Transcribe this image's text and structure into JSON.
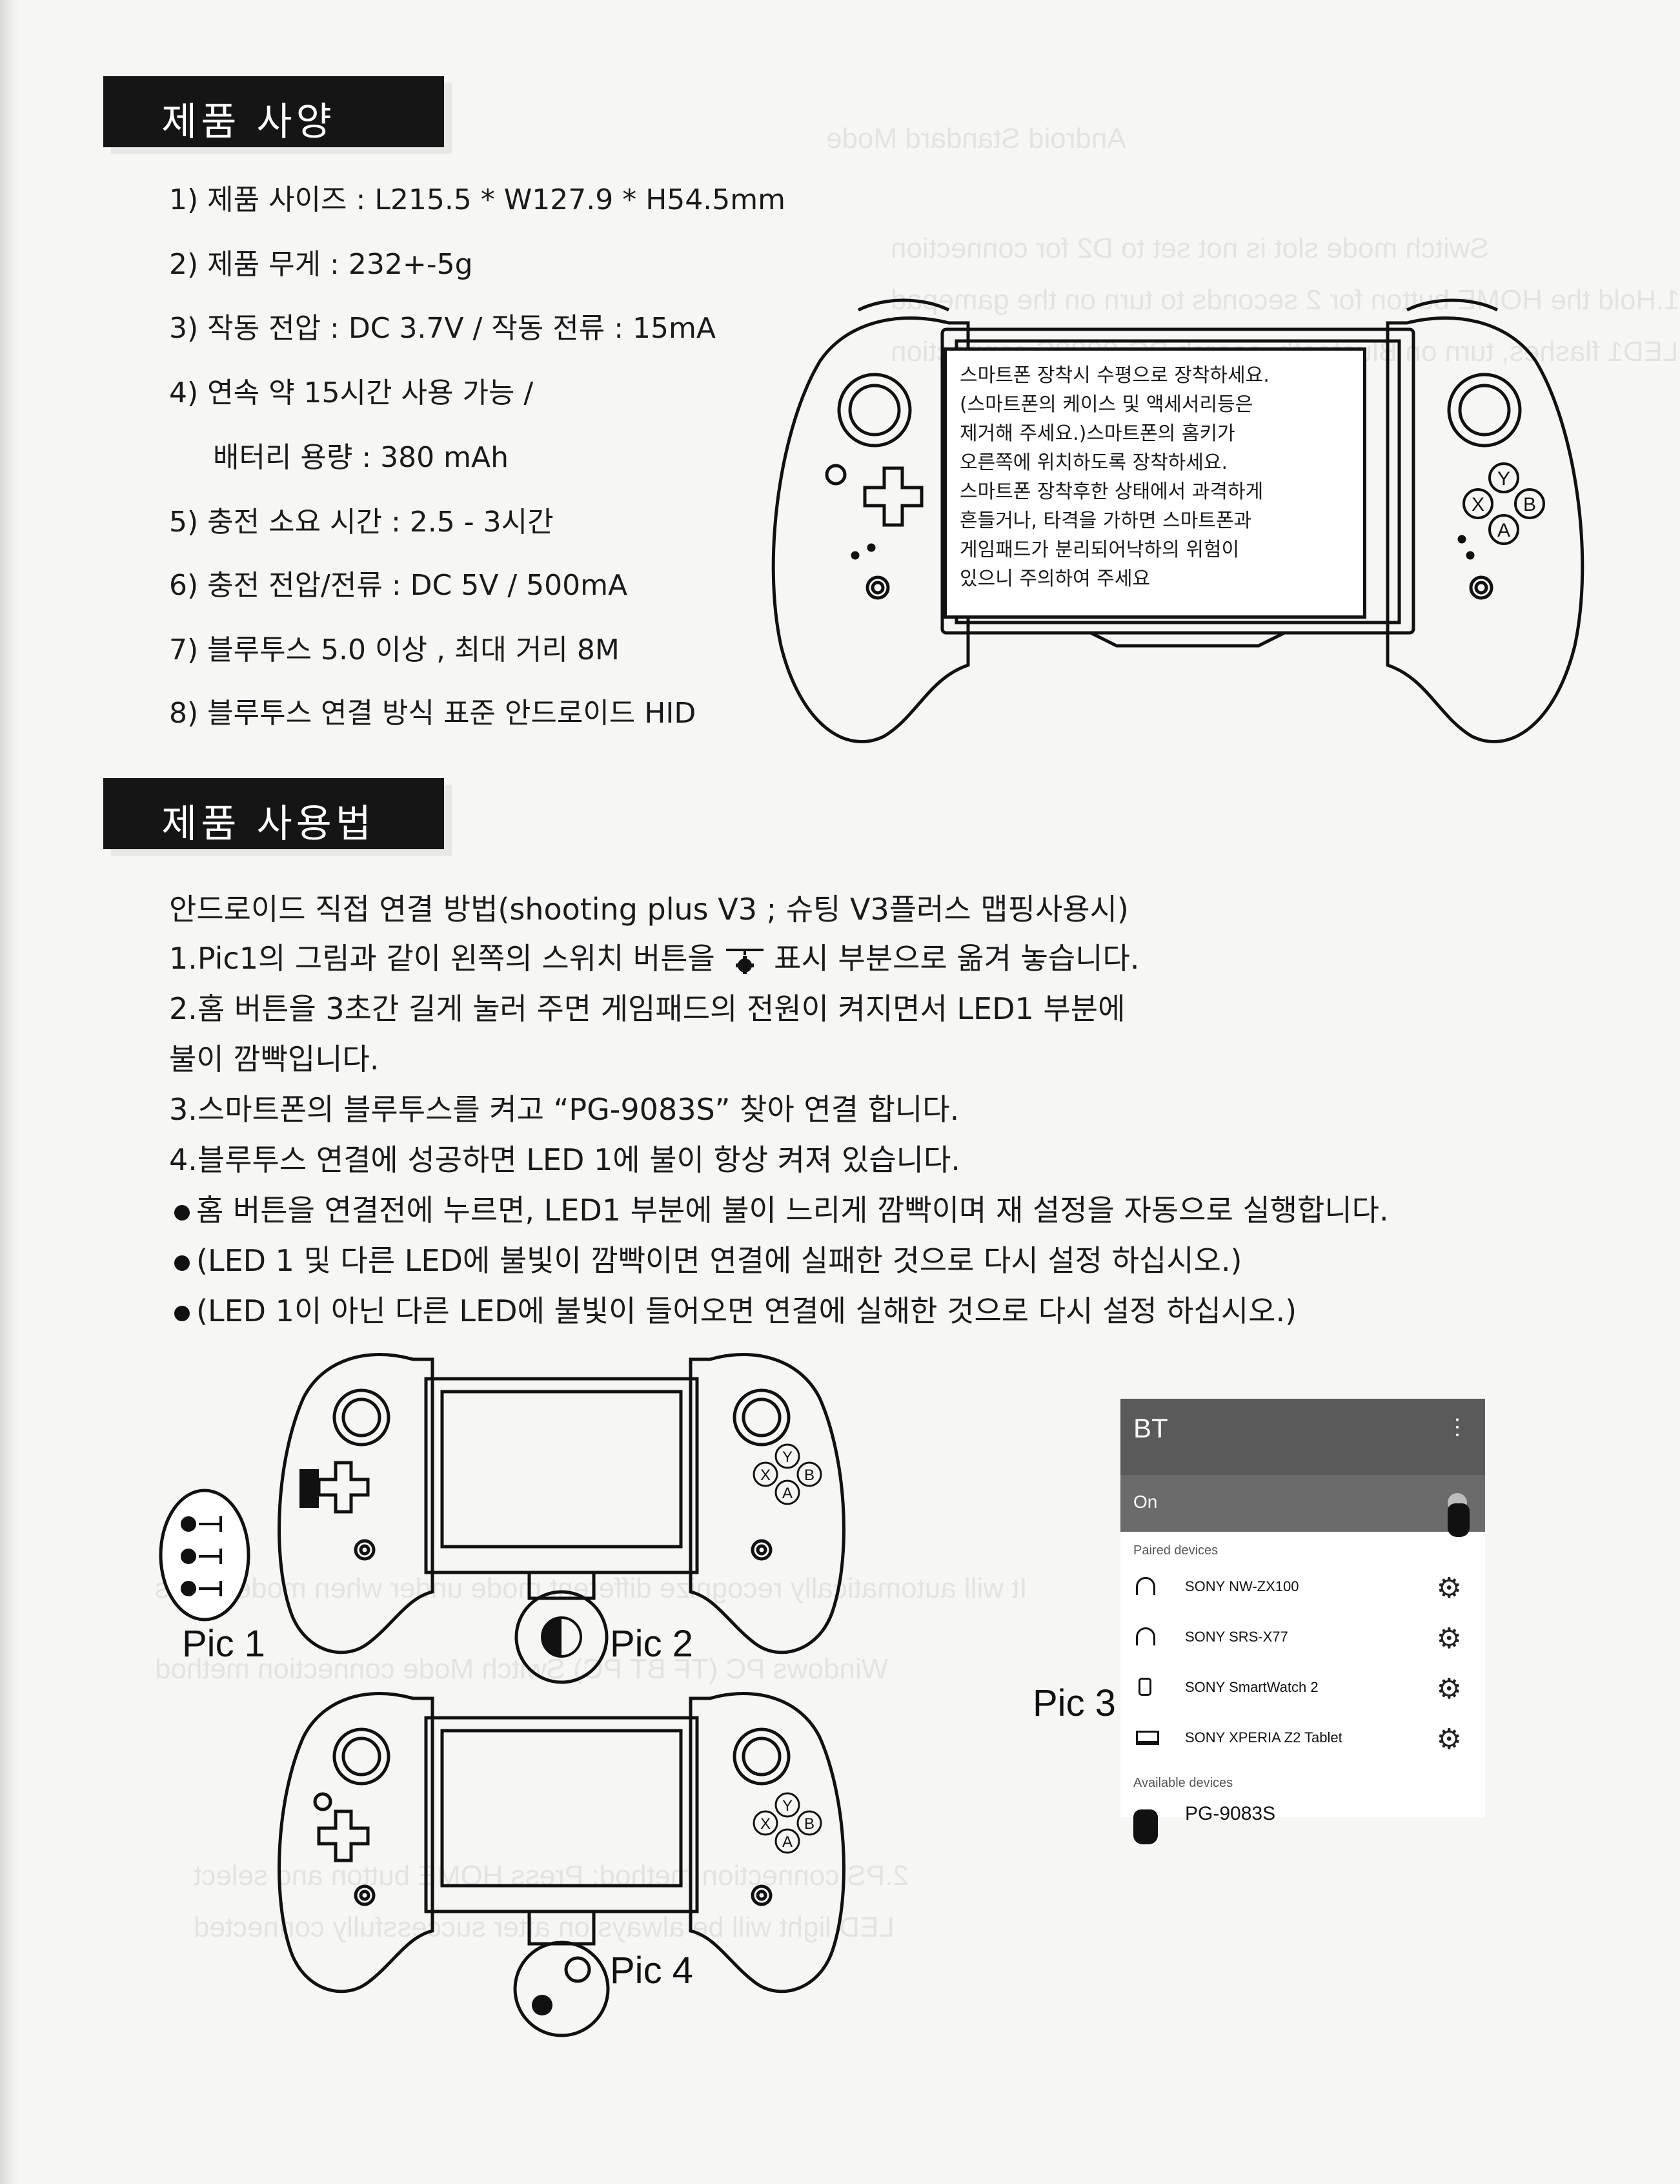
{
  "sections": {
    "spec_title": "제품 사양",
    "usage_title": "제품 사용법"
  },
  "specs": [
    "1) 제품 사이즈 : L215.5 * W127.9 * H54.5mm",
    "2) 제품 무게 : 232+-5g",
    "3) 작동 전압 : DC 3.7V  / 작동 전류 : 15mA",
    "4) 연속 약 15시간 사용 가능 /",
    "배터리 용량 : 380 mAh",
    "5) 충전 소요 시간 : 2.5 - 3시간",
    "6) 충전 전압/전류 : DC 5V / 500mA",
    "7) 블루투스 5.0 이상 , 최대 거리 8M",
    "8) 블루투스 연결 방식 표준 안드로이드 HID"
  ],
  "callout": "스마트폰 장착시 수평으로 장착하세요.\n(스마트폰의 케이스 및 액세서리등은\n제거해 주세요.)스마트폰의 홈키가\n오른쪽에 위치하도록 장착하세요.\n스마트폰 장착후한 상태에서 과격하게\n흔들거나, 타격을 가하면 스마트폰과\n게임패드가 분리되어낙하의 위험이\n있으니 주의하여 주세요",
  "usage": {
    "intro": "안드로이드 직접 연결 방법(shooting plus V3 ; 슈팅 V3플러스 맵핑사용시)",
    "step1_a": "1.Pic1의 그림과 같이 왼쪽의 스위치 버튼을",
    "step1_b": "표시 부분으로 옮겨 놓습니다.",
    "step2_a": "2.홈 버튼을 3초간 길게 눌러 주면 게임패드의 전원이 켜지면서 LED1 부분에",
    "step2_b": "불이 깜빡입니다.",
    "step3": "3.스마트폰의 블루투스를 켜고 “PG-9083S” 찾아 연결 합니다.",
    "step4": "4.블루투스 연결에 성공하면 LED 1에 불이 항상 켜져 있습니다.",
    "bullets": [
      "홈 버튼을 연결전에 누르면, LED1 부분에 불이 느리게 깜빡이며 재 설정을 자동으로 실행합니다.",
      "(LED 1 및 다른 LED에 불빛이 깜빡이면 연결에 실패한 것으로 다시 설정 하십시오.)",
      "(LED 1이 아닌 다른 LED에 불빛이 들어오면 연결에 실해한 것으로 다시 설정 하십시오.)"
    ]
  },
  "figures": {
    "pic1": "Pic 1",
    "pic2": "Pic 2",
    "pic3": "Pic 3",
    "pic4": "Pic 4"
  },
  "controller_buttons": {
    "y": "Y",
    "x": "X",
    "b": "B",
    "a": "A"
  },
  "bt_screen": {
    "title": "BT",
    "menu": "⋮",
    "toggle_label": "On",
    "paired_header": "Paired devices",
    "paired": [
      "SONY NW-ZX100",
      "SONY SRS-X77",
      "SONY SmartWatch 2",
      "SONY XPERIA Z2 Tablet"
    ],
    "available_header": "Available devices",
    "available": "PG-9083S"
  },
  "bleed_lines": [
    "Android Standard Mode",
    "Switch mode slot is not set to D2 for connection",
    "1.Hold the HOME button for 2 seconds to turn on the gamepad",
    "LED1 flashes, turn on Bluetooth, search PG-9083S connection",
    "It will automatically recognize different mode under when mode slides",
    "Windows PC (TF BT PC) Switch Mode connection method",
    "2.PS connection method: Press HOME button and select",
    "LED light will be always on after successfully connected"
  ],
  "colors": {
    "ink": "#111111",
    "header_bg": "#151515",
    "bt_bar": "#5a5a5a"
  }
}
